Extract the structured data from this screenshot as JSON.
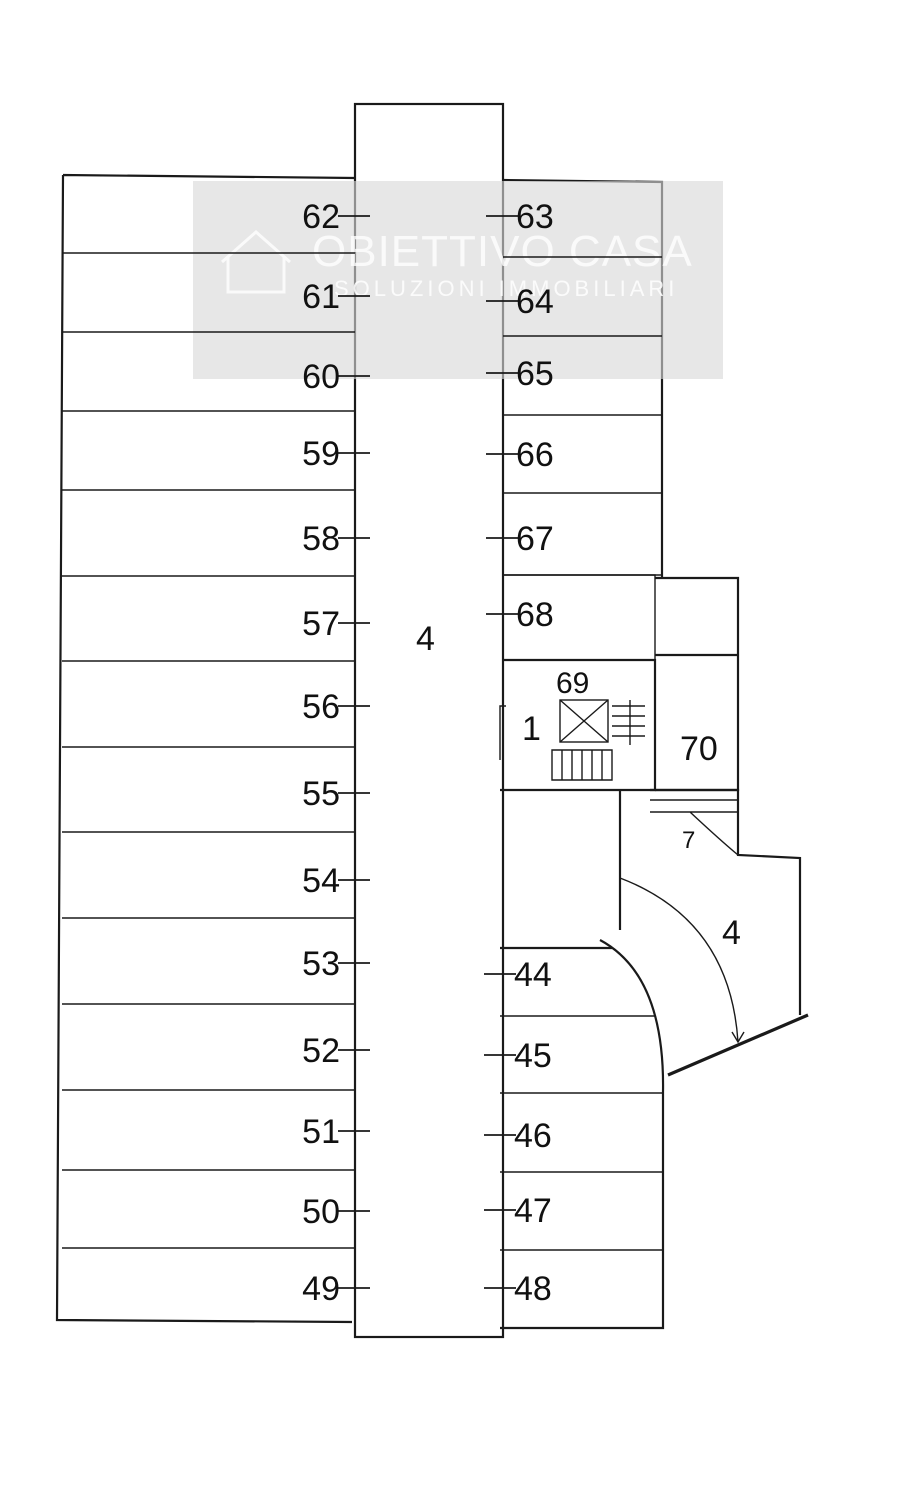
{
  "watermark": {
    "title": "OBIETTIVO CASA",
    "subtitle": "SOLUZIONI IMMOBILIARI",
    "icon": "house-icon"
  },
  "corridor_label": "4",
  "ramp_label": "4",
  "stair_label": "1",
  "stair_bottom_label": "7",
  "left_spaces": [
    "62",
    "61",
    "60",
    "59",
    "58",
    "57",
    "56",
    "55",
    "54",
    "53",
    "52",
    "51",
    "50",
    "49"
  ],
  "right_upper_spaces": [
    "63",
    "64",
    "65",
    "66",
    "67",
    "68"
  ],
  "right_lower_spaces": [
    "44",
    "45",
    "46",
    "47",
    "48"
  ],
  "small_room_label": "69",
  "side_room_label": "70",
  "colors": {
    "line": "#1a1a1a",
    "watermark": "#d9d9d9"
  }
}
